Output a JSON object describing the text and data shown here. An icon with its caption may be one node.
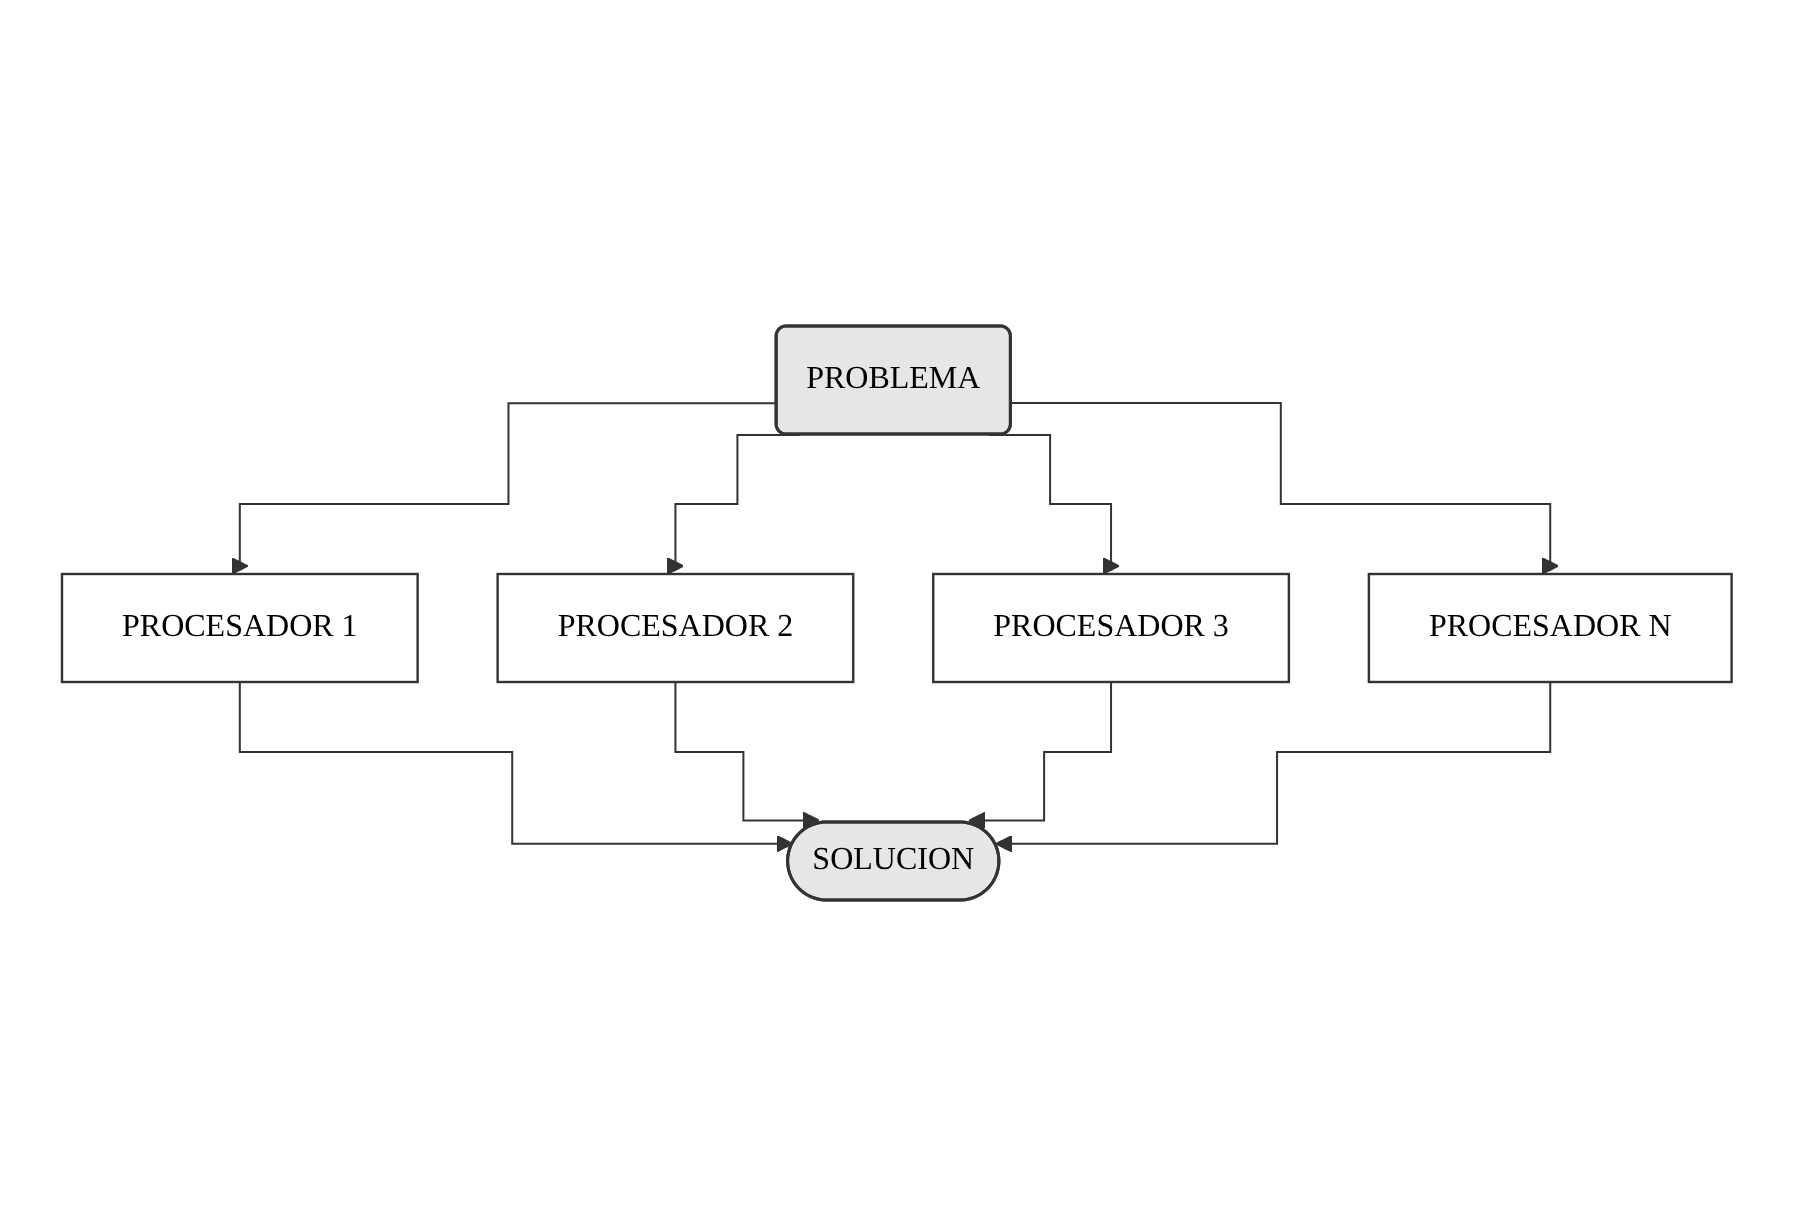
{
  "diagram": {
    "nodes": [
      {
        "text": [
          "PROBLEMA"
        ]
      },
      {
        "text": [
          "PROCESADOR 1"
        ]
      },
      {
        "text": [
          "PROCESADOR 2"
        ]
      },
      {
        "text": [
          "PROCESADOR 3"
        ]
      },
      {
        "text": [
          "PROCESADOR N"
        ]
      },
      {
        "text": [
          "SOLUCION"
        ]
      }
    ],
    "edges": [
      {
        "from": 0,
        "to": 1,
        "arrow": "to"
      },
      {
        "from": 0,
        "to": 2,
        "arrow": "to"
      },
      {
        "from": 0,
        "to": 3,
        "arrow": "to"
      },
      {
        "from": 0,
        "to": 4,
        "arrow": "to"
      },
      {
        "from": 1,
        "to": 5,
        "arrow": "to"
      },
      {
        "from": 2,
        "to": 5,
        "arrow": "to"
      },
      {
        "from": 3,
        "to": 5,
        "arrow": "to"
      },
      {
        "from": 4,
        "to": 5,
        "arrow": "to"
      }
    ]
  }
}
